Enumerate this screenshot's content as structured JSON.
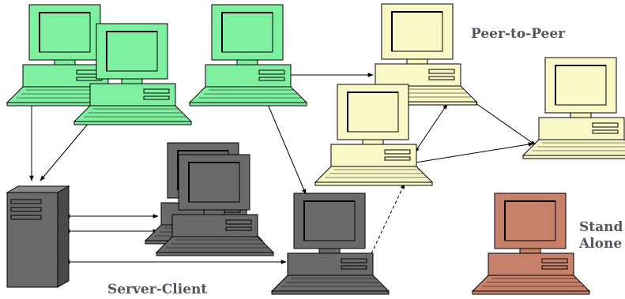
{
  "labels": {
    "peer_to_peer": "Peer-to-Peer",
    "server_client": "Server-Client",
    "stand_alone": "Stand Alone"
  },
  "colors": {
    "green": "#7ff0a0",
    "cream": "#fbf8c8",
    "dark": "#6a6a6a",
    "brown": "#c7806a",
    "label": "#55555f"
  },
  "icons": {
    "workstation": "desktop-computer-icon",
    "server": "tower-server-icon"
  }
}
